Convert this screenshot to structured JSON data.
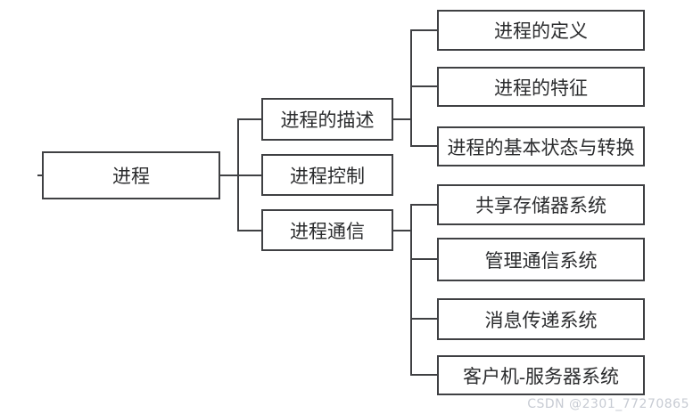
{
  "page": {
    "watermark": "CSDN @2301_77270865",
    "colors": {
      "background": "#ffffff",
      "line": "#3f4043",
      "text": "#2b2c2e",
      "watermark": "#c7cbd3"
    }
  },
  "tree": {
    "root": {
      "label": "进程"
    },
    "branches": [
      {
        "label": "进程的描述",
        "children": [
          {
            "label": "进程的定义"
          },
          {
            "label": "进程的特征"
          },
          {
            "label": "进程的基本状态与转换"
          }
        ]
      },
      {
        "label": "进程控制",
        "children": []
      },
      {
        "label": "进程通信",
        "children": [
          {
            "label": "共享存储器系统"
          },
          {
            "label": "管理通信系统"
          },
          {
            "label": "消息传递系统"
          },
          {
            "label": "客户机-服务器系统"
          }
        ]
      }
    ]
  }
}
